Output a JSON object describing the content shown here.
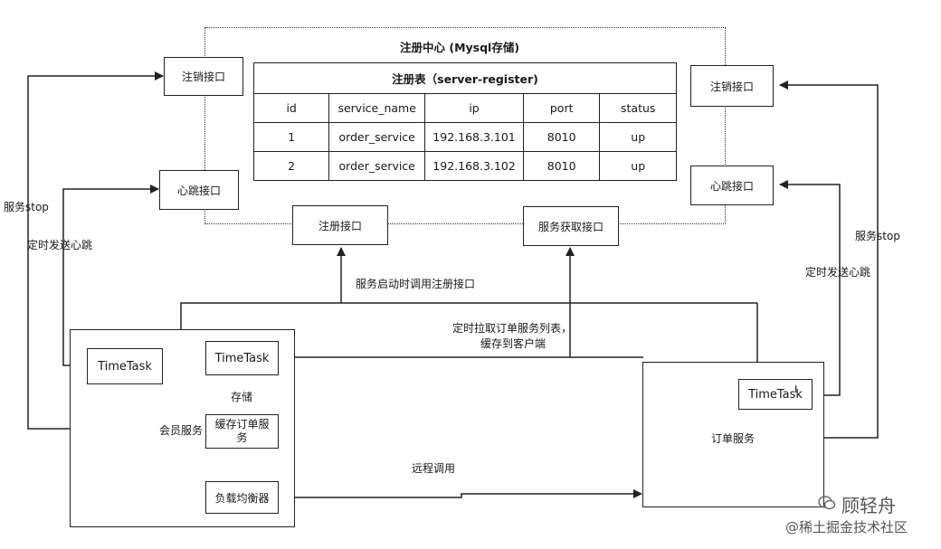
{
  "registry": {
    "title": "注册中心  (Mysql存储)",
    "table_caption": "注册表（server-register)",
    "columns": [
      "id",
      "service_name",
      "ip",
      "port",
      "status"
    ],
    "rows": [
      [
        "1",
        "order_service",
        "192.168.3.101",
        "8010",
        "up"
      ],
      [
        "2",
        "order_service",
        "192.168.3.102",
        "8010",
        "up"
      ]
    ]
  },
  "interfaces": {
    "deregister_left": "注销接口",
    "heartbeat_left": "心跳接口",
    "deregister_right": "注销接口",
    "heartbeat_right": "心跳接口",
    "register": "注册接口",
    "discovery": "服务获取接口"
  },
  "member_service": {
    "label": "会员服务",
    "timetask_left": "TimeTask",
    "timetask_right": "TimeTask",
    "cache": "缓存订单服务",
    "load_balancer": "负载均衡器",
    "store_label": "存储"
  },
  "order_service": {
    "label": "订单服务",
    "timetask": "TimeTask",
    "cursor": "I"
  },
  "edge_labels": {
    "service_stop_left": "服务stop",
    "heartbeat_left": "定时发送心跳",
    "register_call": "服务启动时调用注册接口",
    "pull_list_line1": "定时拉取订单服务列表，",
    "pull_list_line2": "缓存到客户端",
    "remote_call": "远程调用",
    "service_stop_right": "服务stop",
    "heartbeat_right": "定时发送心跳"
  },
  "watermark": {
    "author": "顾轻舟",
    "platform": "@稀土掘金技术社区"
  }
}
